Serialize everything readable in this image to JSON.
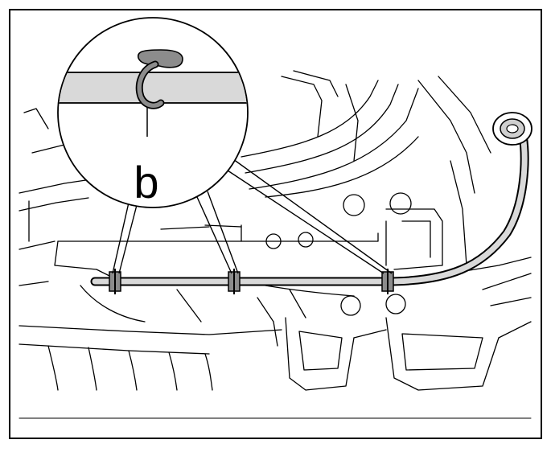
{
  "callout": {
    "label": "b"
  },
  "colors": {
    "line": "#000000",
    "background": "#ffffff",
    "wire_fill": "#d9d9d9",
    "clip_fill": "#8c8c8c"
  },
  "clip_count": 3,
  "icons": [
    "wiring-harness",
    "rubber-grommet",
    "harness-clip"
  ]
}
